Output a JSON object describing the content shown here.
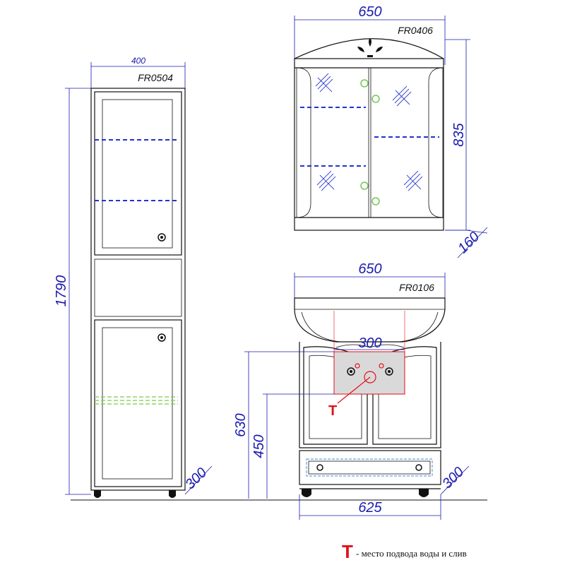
{
  "left_cabinet": {
    "code": "FR0504",
    "width": "400",
    "height": "1790",
    "depth": "300"
  },
  "mirror_cabinet": {
    "code": "FR0406",
    "width": "650",
    "height": "835",
    "depth": "160"
  },
  "vanity": {
    "code": "FR0106",
    "width_top": "650",
    "width_bottom": "625",
    "inlet_zone_width": "300",
    "height_630": "630",
    "height_450": "450",
    "depth": "300",
    "t_marker": "T"
  },
  "legend": {
    "marker": "T",
    "text": "- место подвода воды и слив"
  },
  "colors": {
    "dimension": "#1a1ab0",
    "marker": "#e0101a",
    "inlet_zone_fill": "#d9d9d9",
    "inlet_zone_stroke": "#e0101a"
  }
}
